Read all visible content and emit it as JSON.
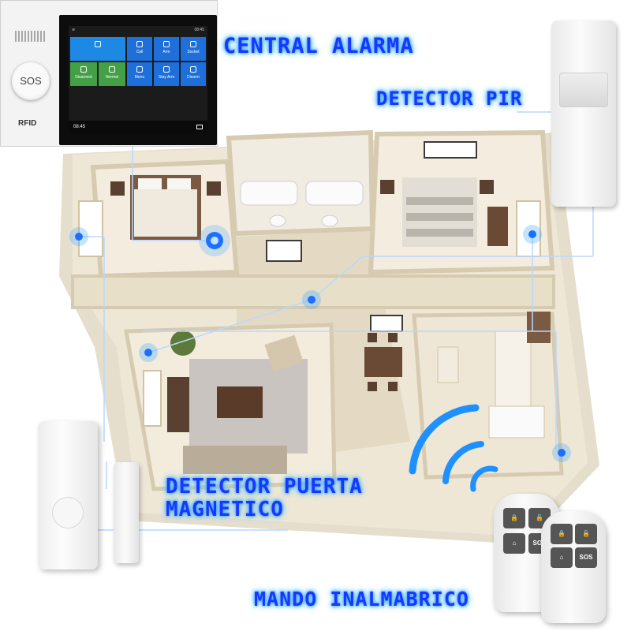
{
  "labels": {
    "central": "CENTRAL ALARMA",
    "pir": "DETECTOR PIR",
    "puerta_line1": "DETECTOR PUERTA",
    "puerta_line2": "MAGNETICO",
    "mando": "MANDO INALMABRICO"
  },
  "panel": {
    "sos_label": "SOS",
    "rfid_label": "RFID",
    "screen": {
      "status_time": "08:45",
      "bottom_time": "08:45",
      "tiles": [
        {
          "label": "",
          "color": "#1e88e5"
        },
        {
          "label": "Call",
          "color": "#1e6fd9"
        },
        {
          "label": "Arm",
          "color": "#1e6fd9"
        },
        {
          "label": "Socket",
          "color": "#1e6fd9"
        },
        {
          "label": "Disarmed",
          "color": "#43a047"
        },
        {
          "label": "Normal",
          "color": "#43a047"
        },
        {
          "label": "Menu",
          "color": "#1e6fd9"
        },
        {
          "label": "Stay Arm",
          "color": "#1e6fd9"
        },
        {
          "label": "Disarm",
          "color": "#1e6fd9"
        }
      ]
    }
  },
  "remote": {
    "sos_label": "SOS"
  },
  "colors": {
    "label_text": "#1a36ff",
    "glow": "#3aa8ff",
    "floor": "#efe7d6",
    "wall": "#e6dcc3",
    "wall_shadow": "#cfc3a4",
    "rug": "#c9c4bf",
    "tile_floor": "#d8cfbb",
    "bed_wood": "#6a4a34",
    "sofa": "#b9ad9a",
    "signal": "#1e90ff",
    "connector": "#b8d8ff"
  }
}
